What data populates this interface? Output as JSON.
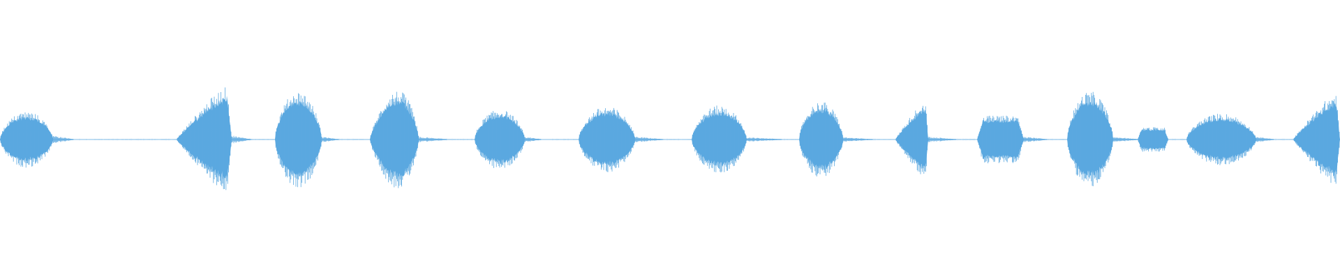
{
  "waveform": {
    "color": "#5BA8E0",
    "background": "#FFFFFF",
    "duration_units": 1920,
    "amplitude_max": 1.0,
    "segments": [
      {
        "start": 0,
        "end": 76,
        "amplitude": 0.28,
        "shape": "bell"
      },
      {
        "start": 253,
        "end": 332,
        "amplitude": 0.55,
        "shape": "rise"
      },
      {
        "start": 394,
        "end": 461,
        "amplitude": 0.48,
        "shape": "bell"
      },
      {
        "start": 530,
        "end": 600,
        "amplitude": 0.6,
        "shape": "rise-bell"
      },
      {
        "start": 680,
        "end": 752,
        "amplitude": 0.3,
        "shape": "bell"
      },
      {
        "start": 829,
        "end": 910,
        "amplitude": 0.33,
        "shape": "bell"
      },
      {
        "start": 991,
        "end": 1070,
        "amplitude": 0.34,
        "shape": "bell"
      },
      {
        "start": 1145,
        "end": 1208,
        "amplitude": 0.38,
        "shape": "bell"
      },
      {
        "start": 1283,
        "end": 1330,
        "amplitude": 0.4,
        "shape": "rise"
      },
      {
        "start": 1400,
        "end": 1467,
        "amplitude": 0.25,
        "shape": "flat"
      },
      {
        "start": 1529,
        "end": 1595,
        "amplitude": 0.48,
        "shape": "bell"
      },
      {
        "start": 1630,
        "end": 1674,
        "amplitude": 0.13,
        "shape": "flat"
      },
      {
        "start": 1700,
        "end": 1800,
        "amplitude": 0.26,
        "shape": "bell"
      },
      {
        "start": 1853,
        "end": 1920,
        "amplitude": 0.48,
        "shape": "rise"
      }
    ],
    "tails": [
      {
        "start": 76,
        "end": 105,
        "amplitude": 0.03
      },
      {
        "start": 332,
        "end": 360,
        "amplitude": 0.03
      },
      {
        "start": 461,
        "end": 485,
        "amplitude": 0.02
      },
      {
        "start": 600,
        "end": 640,
        "amplitude": 0.02
      },
      {
        "start": 752,
        "end": 775,
        "amplitude": 0.02
      },
      {
        "start": 910,
        "end": 950,
        "amplitude": 0.02
      },
      {
        "start": 1070,
        "end": 1120,
        "amplitude": 0.015
      },
      {
        "start": 1208,
        "end": 1250,
        "amplitude": 0.015
      },
      {
        "start": 1330,
        "end": 1370,
        "amplitude": 0.02
      },
      {
        "start": 1467,
        "end": 1500,
        "amplitude": 0.02
      },
      {
        "start": 1595,
        "end": 1630,
        "amplitude": 0.02
      },
      {
        "start": 1800,
        "end": 1825,
        "amplitude": 0.02
      }
    ],
    "baseline_amplitude": 0.004
  }
}
